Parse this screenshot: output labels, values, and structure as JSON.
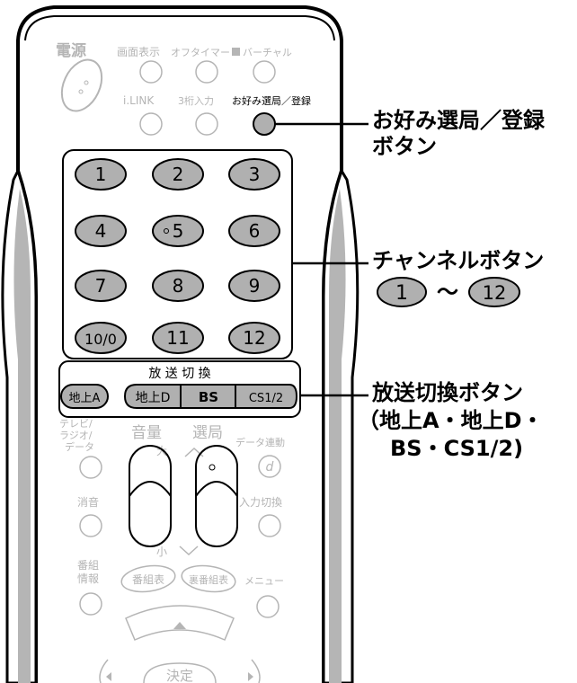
{
  "remote": {
    "top_labels": [
      "電源",
      "画面表示",
      "オフタイマー",
      "バーチャル"
    ],
    "mid_labels": [
      "i.LINK",
      "3桁入力",
      "お好み選局／登録"
    ],
    "channel_buttons": [
      "1",
      "2",
      "3",
      "4",
      "5",
      "6",
      "7",
      "8",
      "9",
      "10/0",
      "11",
      "12"
    ],
    "broadcast_header": "放 送 切 換",
    "broadcast_buttons": [
      "地上A",
      "地上D",
      "BS",
      "CS1/2"
    ],
    "tv_radio_data": [
      "テレビ/",
      "ラジオ/",
      "データ"
    ],
    "volume": "音量",
    "volume_big": "大",
    "volume_small": "小",
    "channel_sel": "選局",
    "data_link": "データ連動",
    "data_d": "d",
    "mute": "消音",
    "input_switch": "入力切換",
    "program_info": [
      "番組",
      "情報"
    ],
    "program_guide": "番組表",
    "back_program_guide": "裏番組表",
    "menu": "メニュー",
    "enter": "決定"
  },
  "callouts": {
    "favorite": [
      "お好み選局／登録",
      "ボタン"
    ],
    "channel": "チャンネルボタン",
    "channel_range_from": "1",
    "channel_range_sep": "〜",
    "channel_range_to": "12",
    "broadcast": [
      "放送切換ボタン",
      "（地上A・地上D・",
      "BS・CS1/2)"
    ]
  },
  "colors": {
    "button_fill": "#b0b0b0",
    "faint": "#b5b5b5",
    "stroke": "#000000"
  }
}
